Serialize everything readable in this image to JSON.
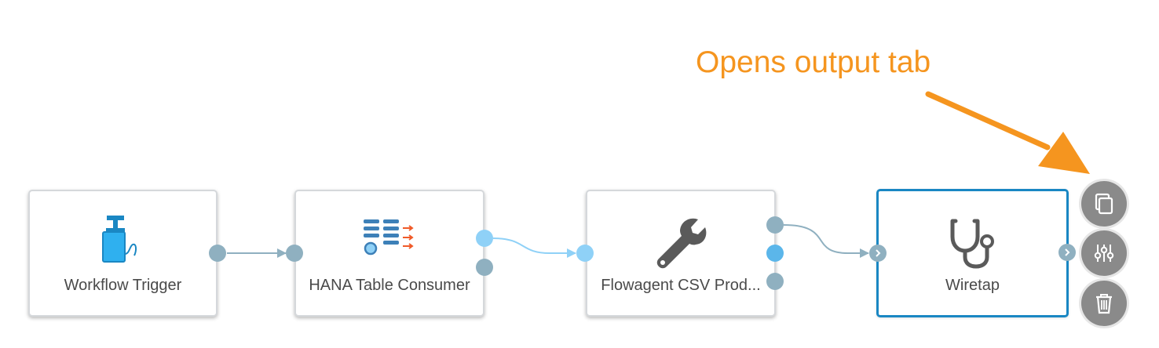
{
  "annotation": {
    "text": "Opens output tab",
    "color": "#f5951f"
  },
  "nodes": [
    {
      "label": "Workflow Trigger",
      "icon": "workflow-trigger-icon"
    },
    {
      "label": "HANA Table Consumer",
      "icon": "table-consumer-icon"
    },
    {
      "label": "Flowagent CSV Prod...",
      "icon": "wrench-icon"
    },
    {
      "label": "Wiretap",
      "icon": "stethoscope-icon",
      "selected": true
    }
  ],
  "toolbar": [
    {
      "icon": "copy-icon",
      "action": "Opens output tab"
    },
    {
      "icon": "sliders-icon"
    },
    {
      "icon": "trash-icon"
    }
  ],
  "colors": {
    "selection_border": "#1a87c3",
    "port_grey": "#8fb0c0",
    "port_light_blue": "#8fd1f7",
    "port_blue": "#5bb6ea",
    "wire": "#8fb0c0",
    "wire_active": "#8fd1f7",
    "toolbar_button": "#8a8a8a"
  }
}
